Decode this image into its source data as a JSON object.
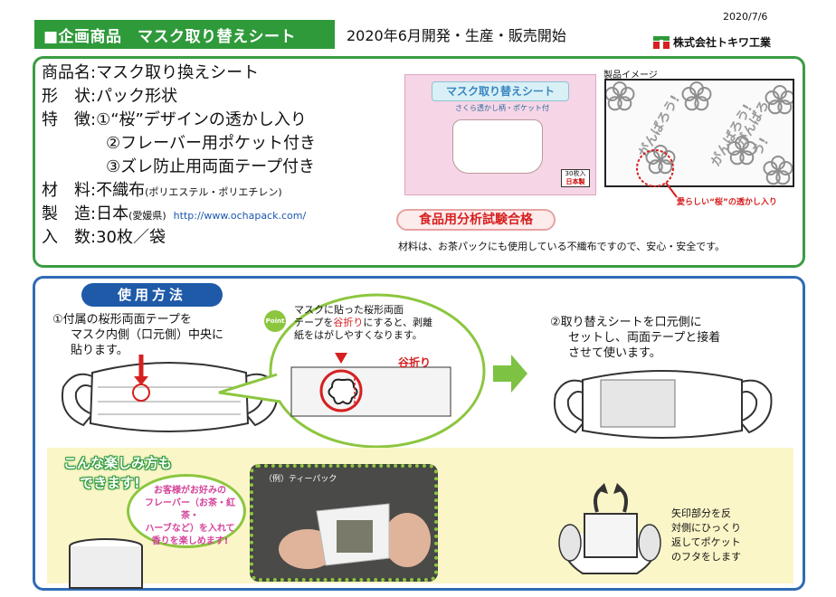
{
  "header": {
    "banner": "■企画商品　マスク取り替えシート",
    "subtitle": "2020年6月開発・生産・販売開始",
    "date": "2020/7/6",
    "company": "株式会社トキワ工業"
  },
  "spec": {
    "name_label": "商品名",
    "name_value": "マスク取り換えシート",
    "shape_label": "形　状",
    "shape_value": "パック形状",
    "feature_label": "特　徴",
    "feature_1": "①“桜”デザインの透かし入り",
    "feature_2": "②フレーバー用ポケット付き",
    "feature_3": "③ズレ防止用両面テープ付き",
    "material_label": "材　料",
    "material_value": "不織布",
    "material_note": "(ポリエステル・ポリエチレン)",
    "maker_label": "製　造",
    "maker_value": "日本",
    "maker_note": "(愛媛県)",
    "url": "http://www.ochapack.com/",
    "qty_label": "入　数",
    "qty_value": "30枚／袋"
  },
  "package": {
    "title": "マスク取り替えシート",
    "subtitle": "さくら透かし柄・ポケット付",
    "count": "30枚入",
    "made": "日本製"
  },
  "badge": "食品用分析試験合格",
  "safety_note": "材料は、お茶パックにも使用している不織布ですので、安心・安全です。",
  "image_label": "製品イメージ",
  "image_text": "がんばろう!",
  "image_note": "愛らしい“桜”の透かし入り",
  "howto": {
    "title": "使用方法",
    "step1_l1": "①付属の桜形両面テープを",
    "step1_l2": "マスク内側（口元側）中央に",
    "step1_l3": "貼ります。",
    "point_badge": "Point",
    "point_l1": "マスクに貼った桜形両面",
    "point_l2a": "テープを",
    "point_l2b": "谷折り",
    "point_l2c": "にすると、剥離",
    "point_l3": "紙をはがしやすくなります。",
    "tani": "谷折り",
    "step2_l1": "②取り替えシートを口元側に",
    "step2_l2": "セットし、両面テープと接着",
    "step2_l3": "させて使います。"
  },
  "fun": {
    "title_l1": "こんな楽しみ方も",
    "title_l2": "できます!",
    "bubble_l1": "お客様がお好みの",
    "bubble_l2": "フレーバー（お茶・紅茶・",
    "bubble_l3": "ハーブなど）を入れて",
    "bubble_l4": "香りを楽しめます!",
    "photo_label": "（例）ティーパック",
    "tip_l1": "矢印部分を反",
    "tip_l2": "対側にひっくり",
    "tip_l3": "返してポケット",
    "tip_l4": "のフタをします"
  },
  "colors": {
    "green": "#2f9a3a",
    "blue": "#1e5aa8",
    "red": "#d62020",
    "yellow_bg": "#fbf6c8",
    "pink_text": "#d4449a"
  }
}
